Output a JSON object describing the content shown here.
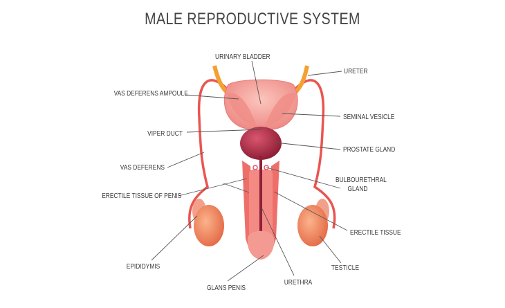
{
  "title": "MALE REPRODUCTIVE SYSTEM",
  "labels": {
    "urinary_bladder": "URINARY BLADDER",
    "ureter": "URETER",
    "vas_deferens_ampoule": "VAS DEFERENS AMPOULE",
    "seminal_vesicle": "SEMINAL VESICLE",
    "viper_duct": "VIPER DUCT",
    "prostate_gland": "PROSTATE GLAND",
    "vas_deferens": "VAS DEFERENS",
    "bulbourethral_gland_1": "BULBOURETHRAL",
    "bulbourethral_gland_2": "GLAND",
    "erectile_tissue_of_penis": "ERECTILE TISSUE OF PENIS",
    "erectile_tissue": "ERECTILE TISSUE",
    "epididymis": "EPIDIDYMIS",
    "testicle": "TESTICLE",
    "glans_penis": "GLANS PENIS",
    "urethra": "URETHRA"
  },
  "colors": {
    "bladder": "#f4a39c",
    "prostate": "#b22f4a",
    "vas": "#ea5550",
    "ureter": "#f5a033",
    "testicle": "#f08c62",
    "shaft": "#f48a84",
    "text": "#3a3a3a"
  }
}
